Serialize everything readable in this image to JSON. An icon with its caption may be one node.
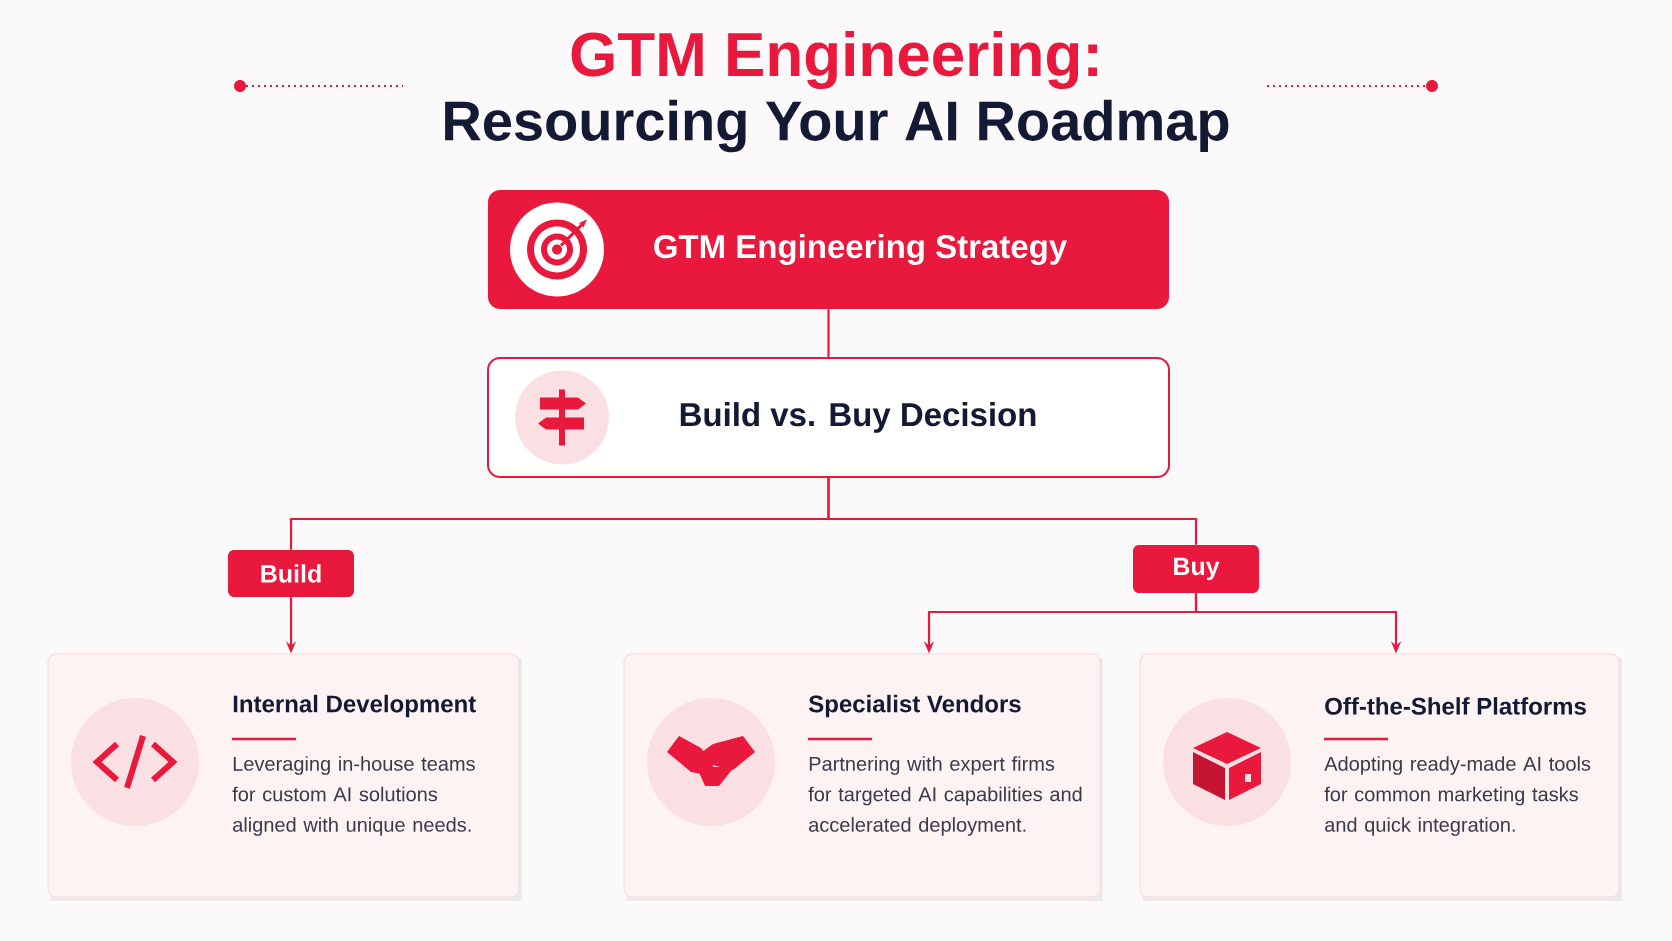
{
  "diagram": {
    "title": "GTM Engineering:",
    "labels": [
      "Resourcing Your AI Roadmap"
    ],
    "nodes": [
      {
        "text": [
          "GTM Engineering Strategy"
        ]
      },
      {
        "text": [
          "Build vs. Buy Decision"
        ]
      },
      {
        "text": [
          "Build"
        ]
      },
      {
        "text": [
          "Buy"
        ]
      },
      {
        "text": [
          "Internal Development",
          "Leveraging in-house teams for custom AI solutions aligned with unique needs."
        ]
      },
      {
        "text": [
          "Specialist Vendors",
          "Partnering with expert firms for targeted AI capabilities and accelerated deployment."
        ]
      },
      {
        "text": [
          "Off-the-Shelf Platforms",
          "Adopting ready-made AI tools for common marketing tasks and quick integration."
        ]
      }
    ],
    "edges": [
      {
        "from": 0,
        "to": 1,
        "arrow": "none"
      },
      {
        "from": 1,
        "to": 2,
        "arrow": "none"
      },
      {
        "from": 1,
        "to": 3,
        "arrow": "none"
      },
      {
        "from": 2,
        "to": 4,
        "arrow": "to"
      },
      {
        "from": 3,
        "to": 5,
        "arrow": "to"
      },
      {
        "from": 3,
        "to": 6,
        "arrow": "to"
      }
    ]
  }
}
